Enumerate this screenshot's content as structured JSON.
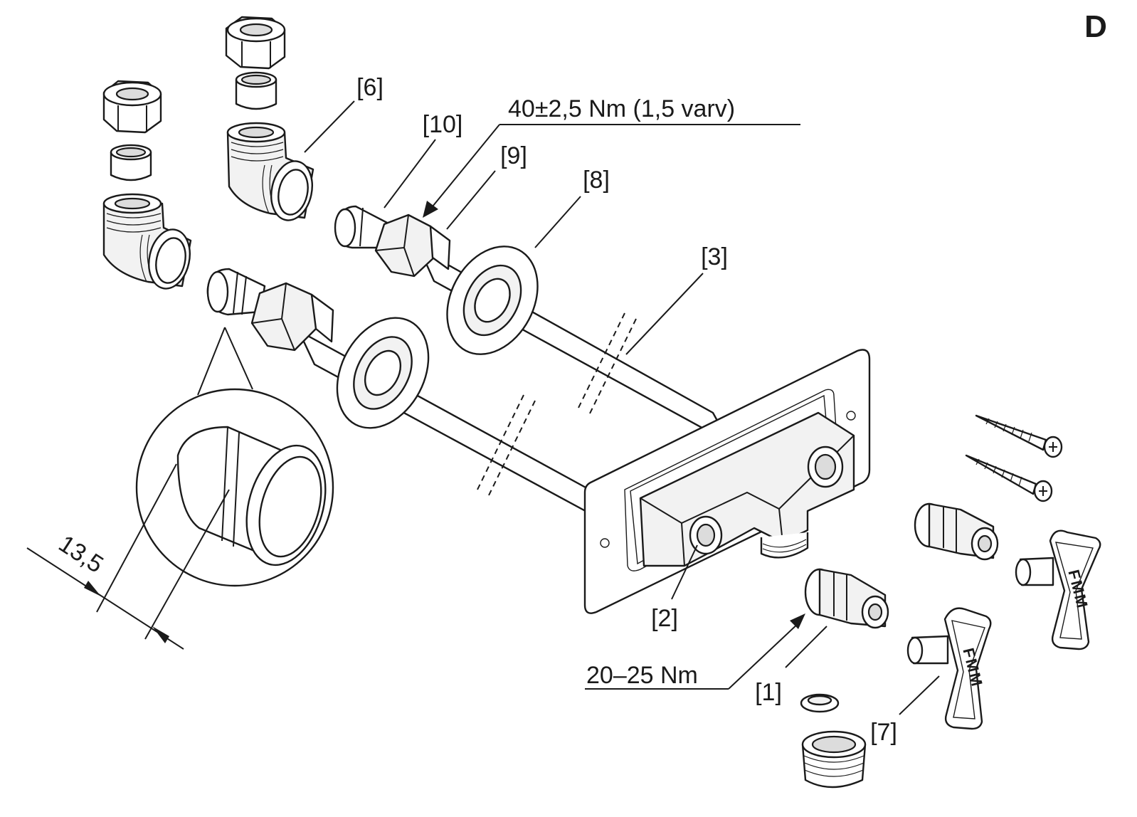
{
  "sheet_letter": "D",
  "labels": {
    "part_1": "[1]",
    "part_2": "[2]",
    "part_3": "[3]",
    "part_6": "[6]",
    "part_7": "[7]",
    "part_8": "[8]",
    "part_9": "[9]",
    "part_10": "[10]"
  },
  "torque_nut": "40±2,5 Nm (1,5 varv)",
  "torque_connector": "20–25 Nm",
  "dimension_insert": "13,5",
  "key_logo": "FMM"
}
